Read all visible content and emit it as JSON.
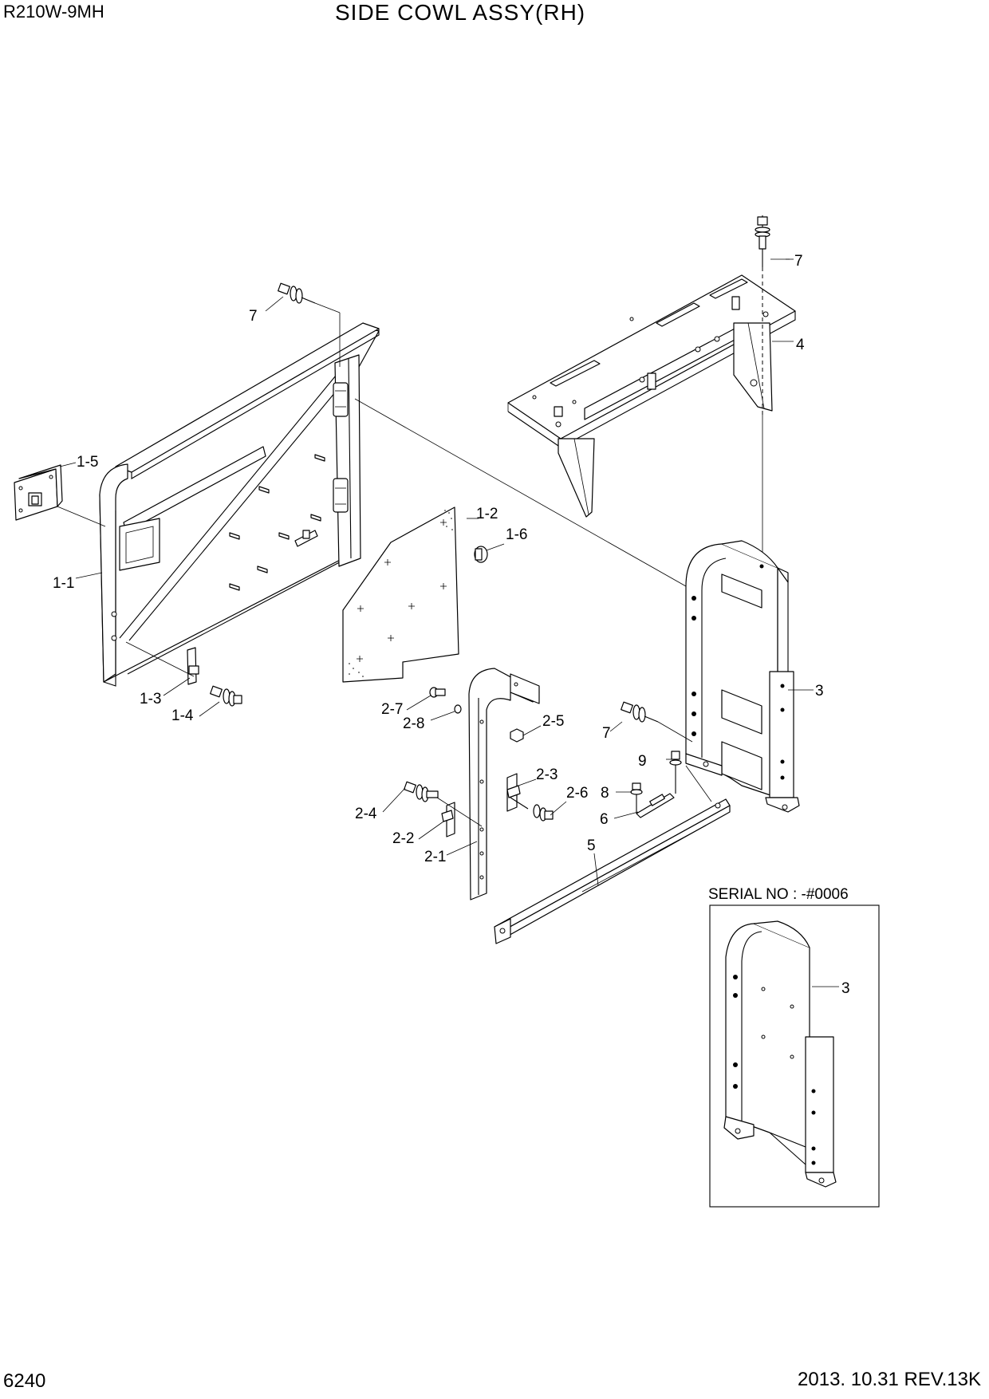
{
  "header": {
    "model": "R210W-9MH",
    "title": "SIDE COWL ASSY(RH)"
  },
  "footer": {
    "page_number": "6240",
    "revision": "2013. 10.31  REV.13K"
  },
  "callouts": {
    "c1_1": "1-1",
    "c1_2": "1-2",
    "c1_3": "1-3",
    "c1_4": "1-4",
    "c1_5": "1-5",
    "c1_6": "1-6",
    "c2_1": "2-1",
    "c2_2": "2-2",
    "c2_3": "2-3",
    "c2_4": "2-4",
    "c2_5": "2-5",
    "c2_6": "2-6",
    "c2_7": "2-7",
    "c2_8": "2-8",
    "c3": "3",
    "c4": "4",
    "c5": "5",
    "c6": "6",
    "c7a": "7",
    "c7b": "7",
    "c7c": "7",
    "c8": "8",
    "c9": "9",
    "inset_3": "3"
  },
  "inset": {
    "label": "SERIAL NO : -#0006"
  }
}
